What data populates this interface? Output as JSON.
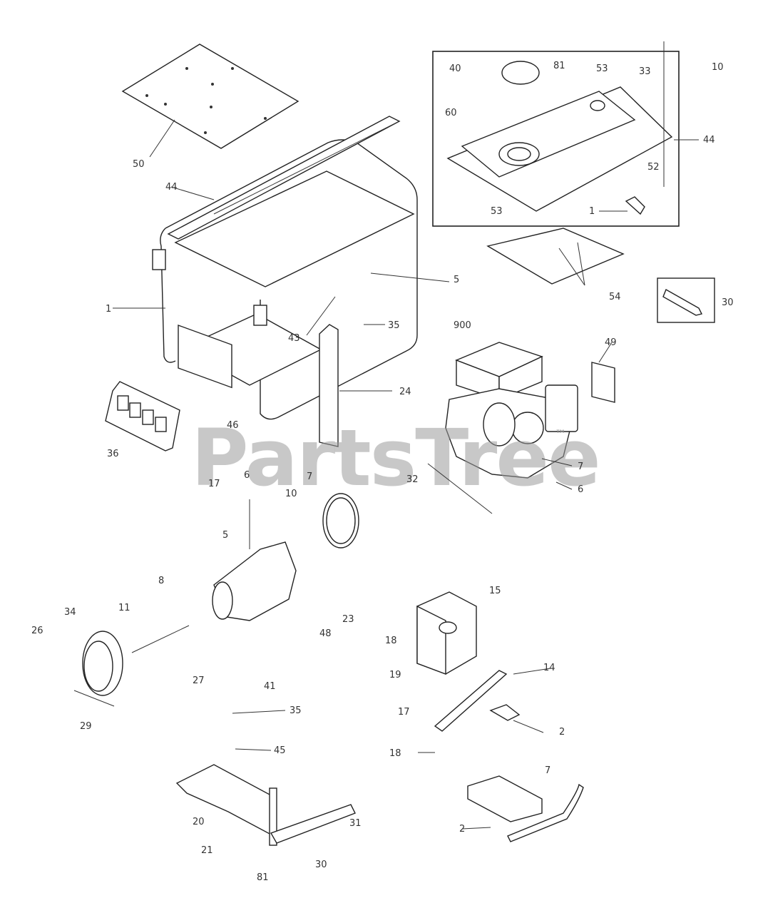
{
  "watermark": {
    "text": "PartsTree",
    "trademark": "™"
  },
  "callouts": {
    "c_top_panel": "50",
    "c_frame_bar": "44",
    "c_frame": "1",
    "c_cover": "5",
    "c_bolt_a": "35",
    "c_insulator": "43",
    "c_bracket": "24",
    "c_cradle": "46",
    "c_control_panel": "36",
    "c_lid_cap": "40",
    "c_lid_a": "81",
    "c_lid_b": "53",
    "c_lid_c": "33",
    "c_lid_d": "10",
    "c_lid_44": "44",
    "c_lid_e": "60",
    "c_lid_f": "52",
    "c_lid_g": "53",
    "c_lid_h": "1",
    "c_pad": "54",
    "c_handle": "30",
    "c_engine": "900",
    "c_filter": "49",
    "c_nut_a": "7",
    "c_nut_b": "6",
    "c_shaft": "32",
    "c_stud": "17",
    "c_nut_c": "6",
    "c_bearing": "7",
    "c_washer": "10",
    "c_stator": "5",
    "c_bolt_b": "8",
    "c_rod": "11",
    "c_rotor_cover": "34",
    "c_screw_a": "26",
    "c_ring": "29",
    "c_clip": "27",
    "c_bolt_c": "23",
    "c_boot": "48",
    "c_plug": "41",
    "c_tube": "15",
    "c_muffler_bolt": "18",
    "c_muffler": "19",
    "c_muffler_body": "17",
    "c_mount": "14",
    "c_screw_b": "2",
    "c_bolt_d": "18",
    "c_foot": "7",
    "c_screw_c": "2",
    "c_axle_bolt": "35",
    "c_axle_w": "45",
    "c_axle": "20",
    "c_wheel_a": "21",
    "c_wheel_b": "81",
    "c_axle_end": "31",
    "c_handle_b": "30"
  }
}
